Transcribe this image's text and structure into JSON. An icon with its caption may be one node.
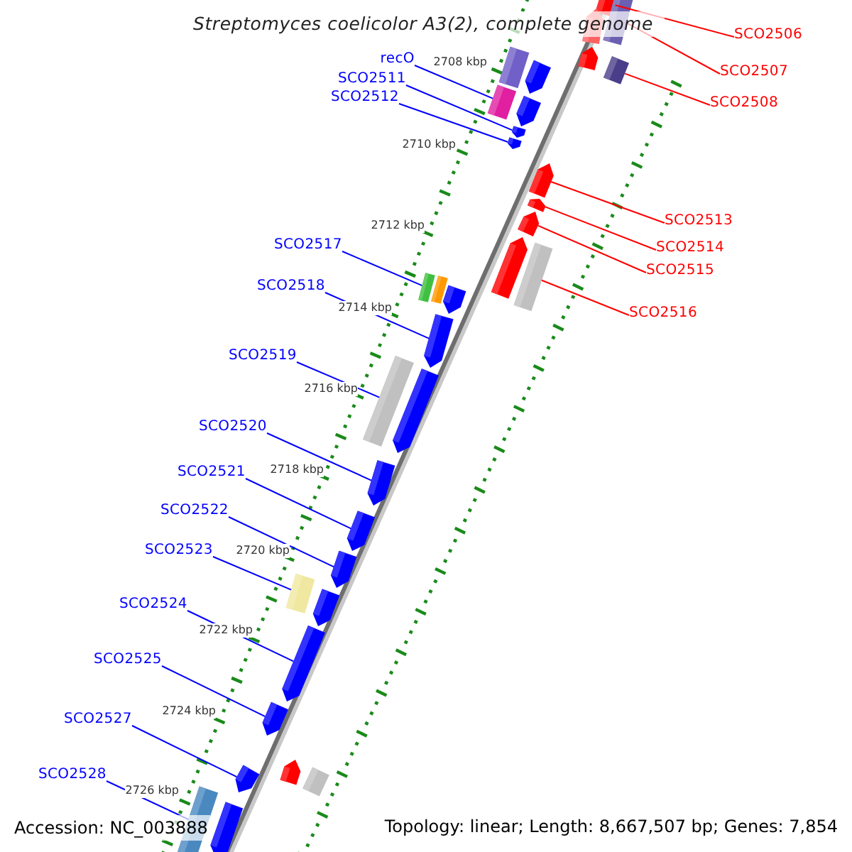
{
  "diagram": {
    "title": "Streptomyces coelicolor A3(2), complete genome",
    "nodes": [
      {
        "text": [
          "SCO2506"
        ]
      },
      {
        "text": [
          "recO"
        ]
      },
      {
        "text": [
          "SCO2507"
        ]
      },
      {
        "text": [
          "SCO2511"
        ]
      },
      {
        "text": [
          "SCO2512"
        ]
      },
      {
        "text": [
          "SCO2508"
        ]
      },
      {
        "text": [
          "SCO2513"
        ]
      },
      {
        "text": [
          "SCO2517"
        ]
      },
      {
        "text": [
          "SCO2514"
        ]
      },
      {
        "text": [
          "SCO2515"
        ]
      },
      {
        "text": [
          "SCO2518"
        ]
      },
      {
        "text": [
          "SCO2516"
        ]
      },
      {
        "text": [
          "SCO2519"
        ]
      },
      {
        "text": [
          "SCO2520"
        ]
      },
      {
        "text": [
          "SCO2521"
        ]
      },
      {
        "text": [
          "SCO2522"
        ]
      },
      {
        "text": [
          "SCO2523"
        ]
      },
      {
        "text": [
          "SCO2524"
        ]
      },
      {
        "text": [
          "SCO2525"
        ]
      },
      {
        "text": [
          "SCO2527"
        ]
      },
      {
        "text": [
          "SCO2528"
        ]
      },
      {
        "text": [],
        "shape": "pentagon"
      },
      {
        "text": [],
        "shape": "box"
      },
      {
        "text": [],
        "shape": "pentagon"
      },
      {
        "text": [],
        "shape": "pentagon"
      },
      {
        "text": [],
        "shape": "box"
      },
      {
        "text": [],
        "shape": "box"
      },
      {
        "text": [],
        "shape": "pentagon"
      },
      {
        "text": [],
        "shape": "box"
      },
      {
        "text": [],
        "shape": "pentagon"
      },
      {
        "text": [],
        "shape": "pentagon"
      },
      {
        "text": [],
        "shape": "pentagon"
      },
      {
        "text": [],
        "shape": "pentagon"
      },
      {
        "text": [],
        "shape": "pentagon"
      },
      {
        "text": [],
        "shape": "pentagon"
      },
      {
        "text": [],
        "shape": "pentagon"
      },
      {
        "text": [],
        "shape": "box"
      },
      {
        "text": [],
        "shape": "box"
      },
      {
        "text": [],
        "shape": "box"
      },
      {
        "text": [],
        "shape": "pentagon"
      },
      {
        "text": [],
        "shape": "pentagon"
      },
      {
        "text": [],
        "shape": "box"
      },
      {
        "text": [],
        "shape": "pentagon"
      },
      {
        "text": [],
        "shape": "pentagon"
      },
      {
        "text": [],
        "shape": "pentagon"
      },
      {
        "text": [],
        "shape": "pentagon"
      },
      {
        "text": [],
        "shape": "box"
      },
      {
        "text": [],
        "shape": "pentagon"
      },
      {
        "text": [],
        "shape": "pentagon"
      },
      {
        "text": [],
        "shape": "pentagon"
      },
      {
        "text": [],
        "shape": "pentagon"
      },
      {
        "text": [],
        "shape": "pentagon"
      },
      {
        "text": [],
        "shape": "box"
      },
      {
        "text": [],
        "shape": "box"
      },
      {
        "text": [],
        "shape": "pentagon"
      }
    ],
    "edges": [
      {
        "from": 0,
        "to": 21,
        "arrow": "none",
        "color": "#ff0000"
      },
      {
        "from": 1,
        "to": 28,
        "arrow": "none"
      },
      {
        "from": 2,
        "to": 22,
        "arrow": "none",
        "color": "#ff0000"
      },
      {
        "from": 3,
        "to": 30,
        "arrow": "none"
      },
      {
        "from": 4,
        "to": 31,
        "arrow": "none"
      },
      {
        "from": 5,
        "to": 26,
        "arrow": "none",
        "color": "#ff0000"
      },
      {
        "from": 6,
        "to": 32,
        "arrow": "none",
        "color": "#ff0000"
      },
      {
        "from": 7,
        "to": 37,
        "arrow": "none"
      },
      {
        "from": 8,
        "to": 33,
        "arrow": "none",
        "color": "#ff0000"
      },
      {
        "from": 9,
        "to": 34,
        "arrow": "none",
        "color": "#ff0000"
      },
      {
        "from": 10,
        "to": 40,
        "arrow": "none"
      },
      {
        "from": 11,
        "to": 36,
        "arrow": "none",
        "color": "#ff0000"
      },
      {
        "from": 12,
        "to": 41,
        "arrow": "none"
      },
      {
        "from": 13,
        "to": 43,
        "arrow": "none"
      },
      {
        "from": 14,
        "to": 44,
        "arrow": "none"
      },
      {
        "from": 15,
        "to": 45,
        "arrow": "none"
      },
      {
        "from": 16,
        "to": 46,
        "arrow": "none"
      },
      {
        "from": 17,
        "to": 48,
        "arrow": "none"
      },
      {
        "from": 18,
        "to": 49,
        "arrow": "none"
      },
      {
        "from": 19,
        "to": 51,
        "arrow": "none"
      },
      {
        "from": 20,
        "to": 53,
        "arrow": "none"
      }
    ],
    "labels": [
      "2708 kbp",
      "2710 kbp",
      "2712 kbp",
      "2714 kbp",
      "2716 kbp",
      "2718 kbp",
      "2720 kbp",
      "2722 kbp",
      "2724 kbp",
      "2726 kbp",
      "Accession: NC_003888",
      "Topology: linear; Length: 8,667,507 bp; Genes: 7,854"
    ]
  }
}
